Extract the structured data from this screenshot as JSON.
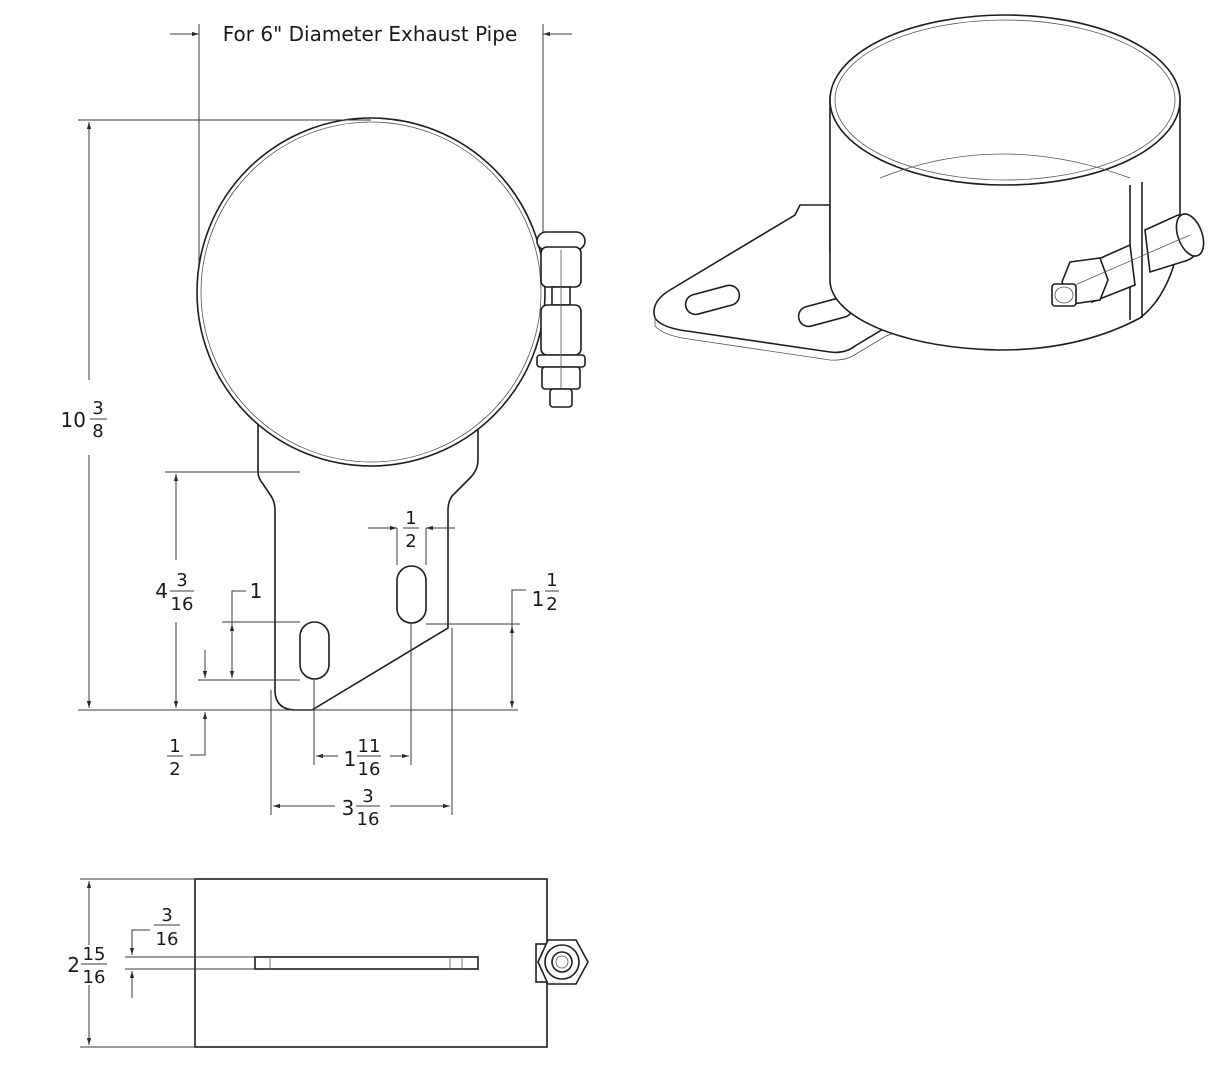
{
  "header": {
    "callout": "For 6\" Diameter Exhaust Pipe"
  },
  "dimensions": {
    "overall_height": {
      "whole": "10",
      "num": "3",
      "den": "8"
    },
    "bracket_height": {
      "whole": "4",
      "num": "3",
      "den": "16"
    },
    "slot_width": {
      "whole": "",
      "num": "1",
      "den": "2"
    },
    "slot_length": {
      "whole": "1",
      "num": "",
      "den": ""
    },
    "right_slot_offset": {
      "whole": "1",
      "num": "1",
      "den": "2"
    },
    "bottom_offset": {
      "whole": "",
      "num": "1",
      "den": "2"
    },
    "slot_spacing": {
      "whole": "1",
      "num": "11",
      "den": "16"
    },
    "bracket_width": {
      "whole": "3",
      "num": "3",
      "den": "16"
    },
    "plate_thickness": {
      "whole": "",
      "num": "3",
      "den": "16"
    },
    "band_width": {
      "whole": "2",
      "num": "15",
      "den": "16"
    }
  },
  "colors": {
    "line": "#1e1e1e",
    "background": "#ffffff"
  }
}
